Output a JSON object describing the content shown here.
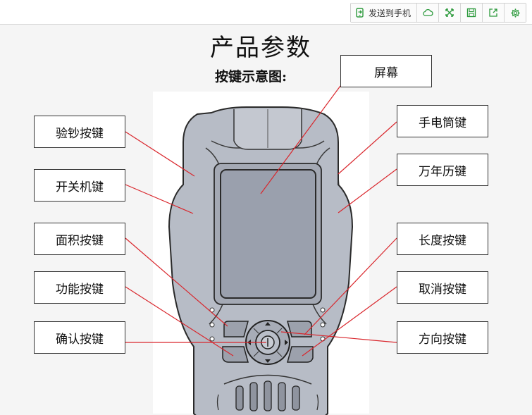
{
  "toolbar": {
    "send_label": "发送到手机",
    "icons": [
      "phone-send-icon",
      "cloud-icon",
      "expand-icon",
      "save-icon",
      "share-icon",
      "gear-icon"
    ],
    "accent_color": "#2c9a3c"
  },
  "page": {
    "title": "产品参数",
    "subtitle": "按键示意图:"
  },
  "labels": {
    "screen": "屏幕",
    "money_check": "验钞按键",
    "power": "开关机键",
    "area": "面积按键",
    "function": "功能按键",
    "confirm": "确认按键",
    "flashlight": "手电筒键",
    "calendar": "万年历键",
    "length": "长度按键",
    "cancel": "取消按键",
    "direction": "方向按键"
  },
  "colors": {
    "leader_line": "#d9262c",
    "device_body": "#b7bcc6",
    "device_screen": "#9aa0ad"
  }
}
